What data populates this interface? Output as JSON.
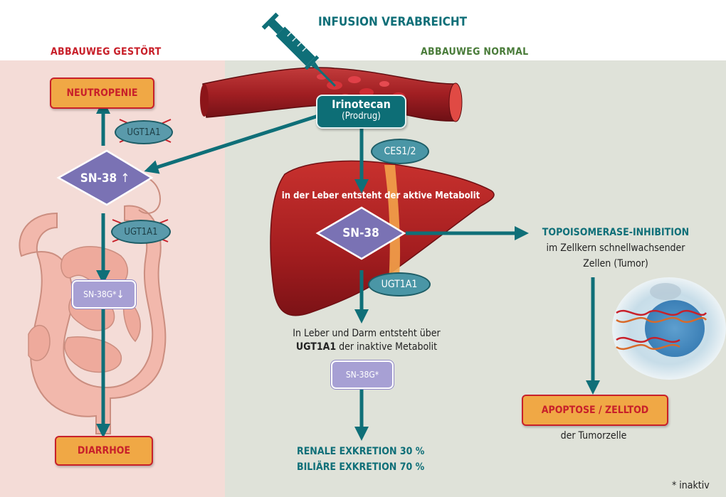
{
  "header": {
    "infusion": "INFUSION VERABREICHT",
    "left_section": "ABBAUWEG GESTÖRT",
    "right_section": "ABBAUWEG NORMAL"
  },
  "left": {
    "neutropenie": "NEUTROPENIE",
    "ugt_top": "UGT1A1",
    "sn38": "SN-38",
    "sn38_arrow": "↑",
    "ugt_bottom": "UGT1A1",
    "sn38g": "SN-38G*",
    "sn38g_arrow": "↓",
    "diarrhoe": "DIARRHOE"
  },
  "center": {
    "irinotecan": "Irinotecan",
    "prodrug": "(Prodrug)",
    "ces": "CES1/2",
    "liver_text": "in der Leber entsteht der aktive Metabolit",
    "sn38": "SN-38",
    "ugt": "UGT1A1",
    "inactive_line1": "In Leber und Darm entsteht über",
    "inactive_bold": "UGT1A1",
    "inactive_line2_rest": " der inaktive Metabolit",
    "sn38g": "SN-38G*",
    "renal": "RENALE EXKRETION 30 %",
    "biliar": "BILIÄRE EXKRETION 70 %"
  },
  "right": {
    "topo_title": "TOPOISOMERASE-INHIBITION",
    "topo_line1": "im Zellkern schnellwachsender",
    "topo_line2": "Zellen (Tumor)",
    "apoptose": "APOPTOSE / ZELLTOD",
    "tumorzelle": "der Tumorzelle"
  },
  "footnote": "* inaktiv",
  "colors": {
    "left_bg": "#f4dcd7",
    "right_bg": "#dfe2d9",
    "teal": "#0f6f78",
    "red": "#c8202a",
    "orange": "#f0a845",
    "lavender": "#a7a0d4",
    "diamond": "#7a72b4"
  }
}
